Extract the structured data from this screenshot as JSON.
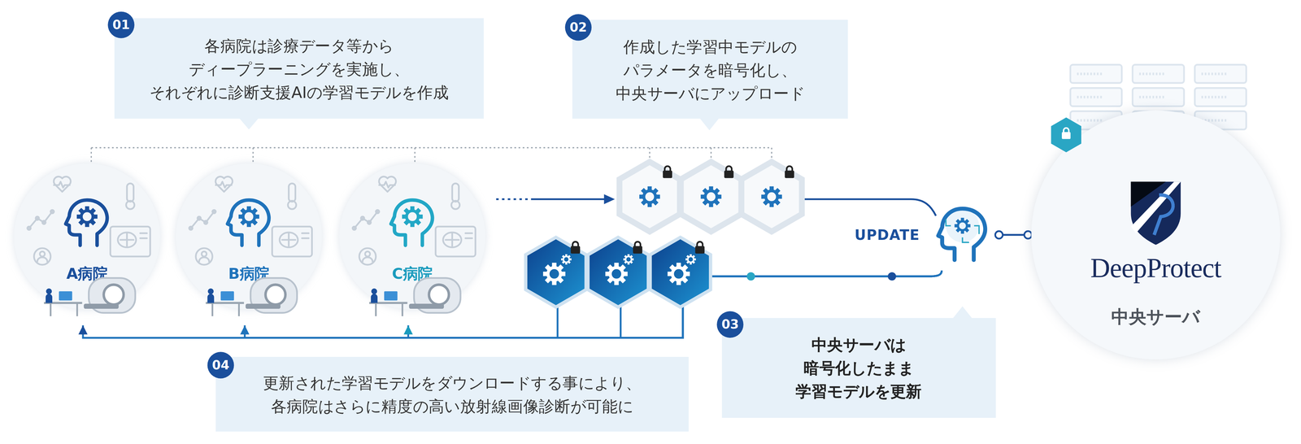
{
  "diagram": {
    "nodes": [
      {
        "text": [
          "各病院は診療データ等から ディープラーニングを実施し、 それぞれに診断支援AIの学習モデルを作成"
        ]
      },
      {
        "text": [
          "作成した学習中モデルの パラメータを暗号化し、 中央サーバにアップロード"
        ]
      },
      {
        "text": [
          "A病院"
        ]
      },
      {
        "text": [
          "B病院"
        ]
      },
      {
        "text": [
          "C病院"
        ]
      },
      {
        "text": [
          "UPDATE"
        ]
      },
      {
        "text": [
          "DeepProtect",
          "中央サーバ"
        ]
      },
      {
        "text": [
          "中央サーバは 暗号化したまま 学習モデルを更新"
        ]
      },
      {
        "text": [
          "更新された学習モデルをダウンロードする事により、 各病院はさらに精度の高い放射線画像診断が可能に"
        ]
      }
    ],
    "edges": [
      {
        "from": 5,
        "to": 6,
        "arrow": "none"
      },
      {
        "from": 5,
        "to": 2,
        "arrow": "to"
      },
      {
        "from": 5,
        "to": 3,
        "arrow": "to"
      },
      {
        "from": 5,
        "to": 4,
        "arrow": "to"
      }
    ],
    "labels": [
      "01",
      "02",
      "03",
      "04"
    ]
  }
}
